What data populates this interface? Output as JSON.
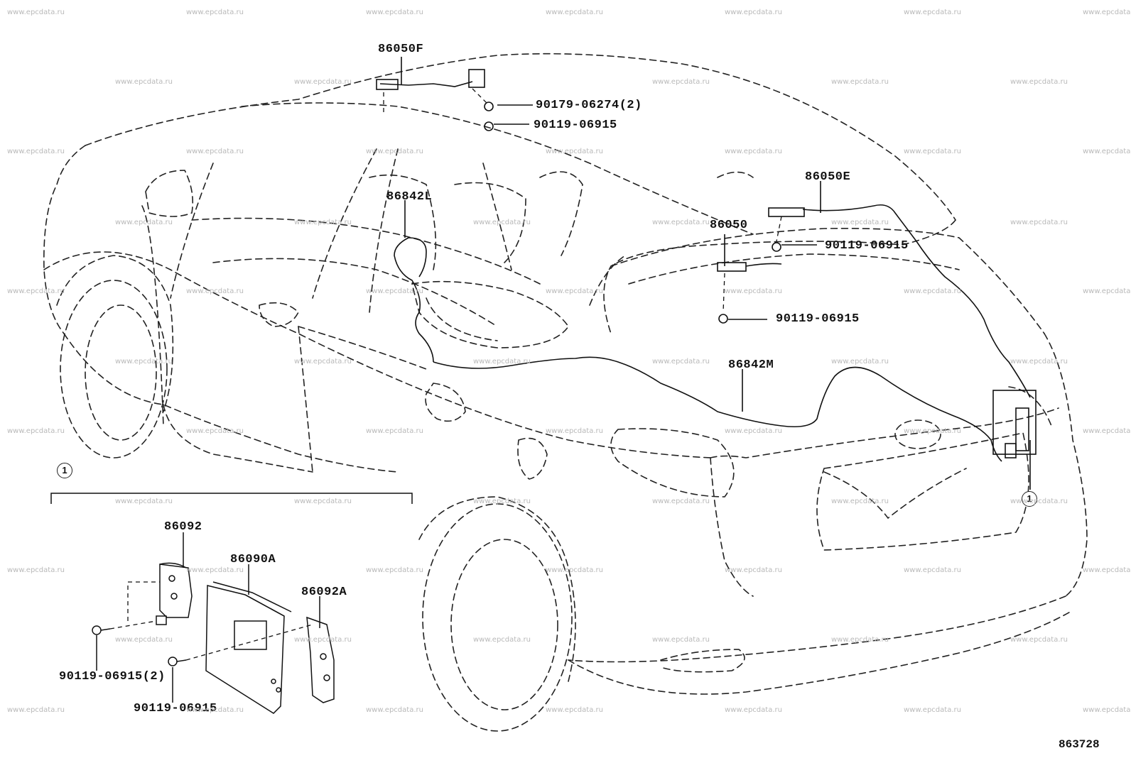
{
  "diagram": {
    "watermark_text": "www.epcdata.ru",
    "ref_code": "863728",
    "callout_label": "1",
    "parts": {
      "p86050F": "86050F",
      "p90179_06274": "90179-06274(2)",
      "p90119_06915_a": "90119-06915",
      "p86842L": "86842L",
      "p86050E": "86050E",
      "p86050": "86050",
      "p90119_06915_b": "90119-06915",
      "p90119_06915_c": "90119-06915",
      "p86842M": "86842M",
      "p86092": "86092",
      "p86090A": "86090A",
      "p86092A": "86092A",
      "p90119_06915_2": "90119-06915(2)",
      "p90119_06915_d": "90119-06915"
    }
  }
}
